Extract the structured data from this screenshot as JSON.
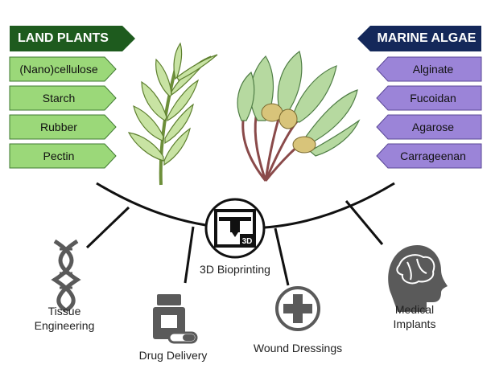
{
  "land": {
    "title": "LAND PLANTS",
    "items": [
      "(Nano)cellulose",
      "Starch",
      "Rubber",
      "Pectin"
    ]
  },
  "marine": {
    "title": "MARINE ALGAE",
    "items": [
      "Alginate",
      "Fucoidan",
      "Agarose",
      "Carrageenan"
    ]
  },
  "center": {
    "label": "3D Bioprinting"
  },
  "applications": {
    "tissue": {
      "line1": "Tissue",
      "line2": "Engineering"
    },
    "drug": {
      "label": "Drug Delivery"
    },
    "wound": {
      "label": "Wound Dressings"
    },
    "implants": {
      "line1": "Medical",
      "line2": "Implants"
    }
  },
  "colors": {
    "land_header": "#1e5b1e",
    "land_pill": "#9bd879",
    "marine_header": "#14285a",
    "marine_pill": "#9b84d8",
    "line": "#111111",
    "icon_gray": "#5a5a5a"
  }
}
